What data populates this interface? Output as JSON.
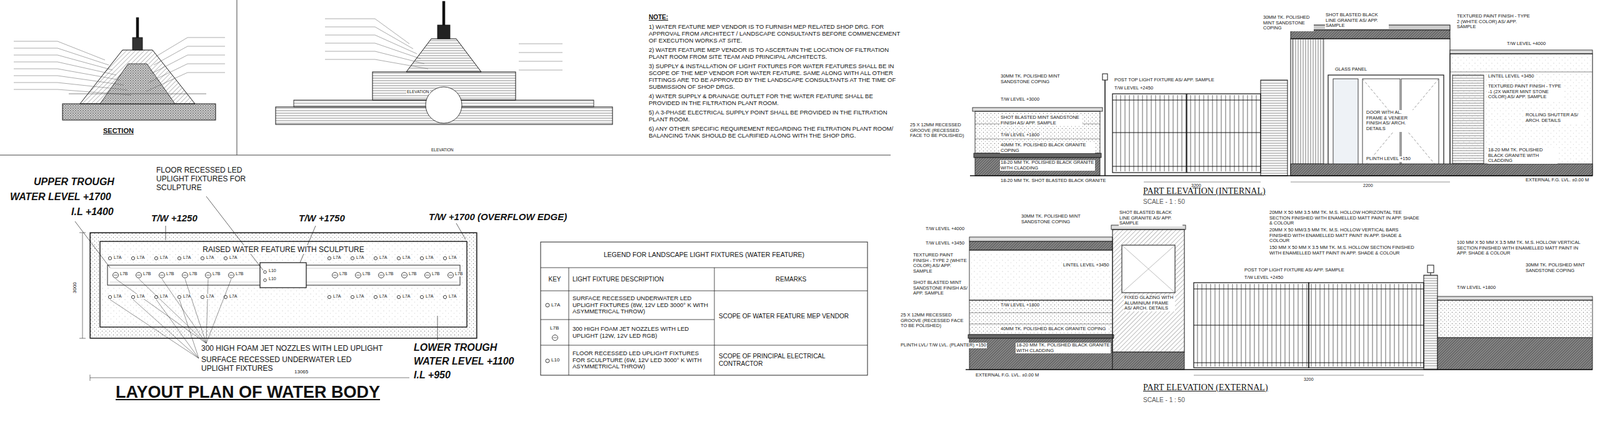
{
  "diagram": {
    "nodes": [
      {
        "text": [
          "RAISED WATER FEATURE WITH SCULPTURE"
        ]
      }
    ],
    "labels": [
      "SECTION",
      "ELEVATION",
      "ELEVATION",
      "NOTE:",
      "1) WATER FEATURE MEP VENDOR IS TO FURNISH MEP RELATED SHOP DRG. FOR APPROVAL FROM ARCHITECT / LANDSCAPE CONSULTANTS BEFORE COMMENCEMENT OF EXECUTION WORKS AT SITE.",
      "2) WATER FEATURE MEP VENDOR IS TO ASCERTAIN THE LOCATION OF FILTRATION PLANT ROOM FROM SITE TEAM AND PRINCIPAL ARCHITECTS.",
      "3) SUPPLY & INSTALLATION OF LIGHT FIXTURES FOR WATER FEATURES SHALL BE IN SCOPE OF THE MEP VENDOR FOR WATER FEATURE. SAME ALONG WITH ALL OTHER FITTINGS ARE TO BE APPROVED BY THE LANDSCAPE CONSULTANTS AT THE TIME OF SUBMISSION OF SHOP DRGS.",
      "4) WATER SUPPLY & DRAINAGE OUTLET FOR THE WATER FEATURE SHALL BE PROVIDED IN THE FILTRATION PLANT ROOM.",
      "5) A 3-PHASE ELECTRICAL SUPPLY POINT SHALL BE PROVIDED IN THE FILTRATION PLANT ROOM.",
      "6) ANY OTHER SPECIFIC REQUIREMENT REGARDING THE FILTRATION PLANT ROOM/ BALANCING TANK SHOULD BE CLARIFIED ALONG WITH THE SHOP DRG.",
      "UPPER TROUGH",
      "WATER LEVEL +1700",
      "I.L +1400",
      "FLOOR RECESSED LED UPLIGHT FIXTURES FOR SCULPTURE",
      "T/W +1250",
      "T/W +1750",
      "T/W +1700 (OVERFLOW EDGE)",
      "L7A",
      "L7A",
      "L7A",
      "L7A",
      "L7A",
      "L7A",
      "L7A",
      "L7A",
      "L7A",
      "L7A",
      "L7A",
      "L7A",
      "L7A",
      "L7A",
      "L7A",
      "L7A",
      "L7A",
      "L7A",
      "L7A",
      "L7A",
      "L7A",
      "L7A",
      "L7A",
      "L7A",
      "L7B",
      "L7B",
      "L7B",
      "L7B",
      "L7B",
      "L7B",
      "L7B",
      "L7B",
      "L7B",
      "L7B",
      "L7B",
      "L7B",
      "L10",
      "L10",
      "3000",
      "300 HIGH FOAM JET NOZZLES WITH LED UPLIGHT",
      "SURFACE RECESSED UNDERWATER LED UPLIGHT FIXTURES",
      "13065",
      "LOWER TROUGH",
      "WATER LEVEL +1100",
      "I.L +950",
      "LAYOUT PLAN OF WATER BODY",
      "LEGEND FOR LANDSCAPE LIGHT FIXTURES (WATER FEATURE)",
      "KEY",
      "LIGHT FIXTURE DESCRIPTION",
      "REMARKS",
      "L7A",
      "L7B",
      "L10",
      "SCOPE OF WATER FEATURE MEP VENDOR",
      "SCOPE OF PRINCIPAL ELECTRICAL CONTRACTOR",
      "30MM TK. POLISHED MINT SANDSTONE COPING",
      "T/W LEVEL +3000",
      "POST TOP LIGHT FIXTURE AS/ APP. SAMPLE",
      "T/W LEVEL +2450",
      "SHOT BLASTED MINT SANDSTONE FINISH AS/ APP. SAMPLE",
      "T/W LEVEL +1800",
      "25 X 12MM RECESSED GROOVE (RECESSED FACE TO BE POLISHED)",
      "40MM TK. POLISHED BLACK GRANITE COPING",
      "18-20 MM TK. POLISHED BLACK GRANITE WITH CLADDING",
      "18-20 MM TK. SHOT BLASTED BLACK GRANITE",
      "30MM TK. POLISHED MINT SANDSTONE COPING",
      "SHOT BLASTED BLACK LINE GRANITE AS/ APP. SAMPLE",
      "TEXTURED PAINT FINISH - TYPE 2 (WHITE COLOR) AS/ APP. SAMPLE",
      "T/W LEVEL +4000",
      "GLASS PANEL",
      "LINTEL LEVEL +3450",
      "TEXTURED PAINT FINISH - TYPE -1 (2X WATER MINT STONE COLOR) AS/ APP. SAMPLE",
      "DOOR WITH AL. FRAME & VENEER FINISH AS/ ARCH. DETAILS",
      "ROLLING SHUTTER AS/ ARCH. DETAILS",
      "PLINTH LEVEL +150",
      "18-20 MM TK. POLISHED BLACK GRANITE WITH CLADDING",
      "EXTERNAL F.G. LVL. ±0.00 M",
      "3200",
      "2200",
      "PART ELEVATION (INTERNAL)",
      "SCALE - 1 : 50",
      "30MM TK. POLISHED MINT SANDSTONE COPING",
      "T/W LEVEL +4000",
      "T/W LEVEL +3450",
      "TEXTURED PAINT FINISH - TYPE 2 (WHITE COLOR) AS/ APP. SAMPLE",
      "SHOT BLASTED BLACK LINE GRANITE AS/ APP. SAMPLE",
      "LINTEL LEVEL +3450",
      "FIXED GLAZING WITH ALUMINIUM FRAME AS/ ARCH. DETAILS",
      "SHOT BLASTED MINT SANDSTONE FINISH AS/ APP. SAMPLE",
      "25 X 12MM RECESSED GROOVE (RECESSED FACE TO BE POLISHED)",
      "T/W LEVEL +1800",
      "40MM TK. POLISHED BLACK GRANITE COPING",
      "PLINTH LVL/ T/W LVL. (PLANTER) +150",
      "18-20 MM TK. POLISHED BLACK GRANITE WITH CLADDING",
      "EXTERNAL F.G. LVL. ±0.00 M",
      "POST TOP LIGHT FIXTURE AS/ APP. SAMPLE",
      "T/W LEVEL +2450",
      "20MM X 50 MM 3.5 MM TK. M.S. HOLLOW HORIZONTAL TEE SECTION FINISHED WITH ENAMELLED MATT PAINT IN APP. SHADE & COLOUR",
      "20MM X 50 MM/3.5 MM TK. M.S. HOLLOW VERTICAL BARS FINISHED WITH ENAMELLED MATT PAINT IN APP. SHADE & COLOUR",
      "150 MM X 50 MM X 3.5 MM TK. M.S. HOLLOW SECTION FINISHED WITH ENAMELLED MATT PAINT IN APP. SHADE & COLOUR",
      "100 MM X 50 MM X 3.5 MM TK. M.S. HOLLOW VERTICAL SECTION FINISHED WITH ENAMELLED MATT PAINT IN APP. SHADE & COLOUR",
      "30MM TK. POLISHED MINT SANDSTONE COPING",
      "T/W LEVEL +1800",
      "3200",
      "PART ELEVATION (EXTERNAL)",
      "SCALE - 1 : 50"
    ],
    "legend": [
      {
        "text": "SURFACE RECESSED UNDERWATER LED UPLIGHT FIXTURES (8W, 12V LED 3000° K WITH ASYMMETRICAL THROW)"
      },
      {
        "text": "300 HIGH FOAM JET NOZZLES WITH LED UPLIGHT (12W, 12V LED RGB)"
      },
      {
        "text": "FLOOR RECESSED LED UPLIGHT FIXTURES FOR SCULPTURE (6W, 12V LED 3000° K WITH ASYMMETRICAL THROW)"
      }
    ]
  }
}
